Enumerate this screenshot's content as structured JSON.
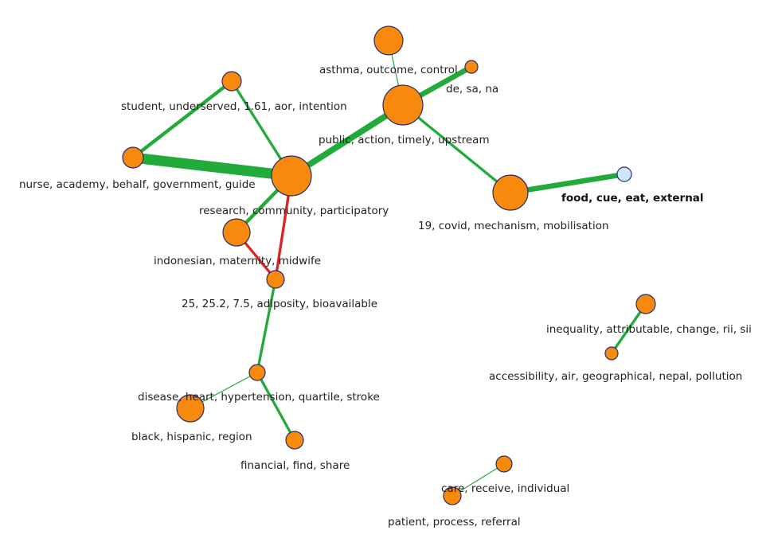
{
  "colors": {
    "positive_edge": "#22aa3a",
    "negative_edge": "#dd2222",
    "node_fill": "#f7890c",
    "selected_node_fill": "#cce6fb",
    "selected_node_stroke": "#4a8fd6"
  },
  "nodes": [
    {
      "id": "n1",
      "label": "nurse, academy, behalf, government, guide",
      "weight": 3
    },
    {
      "id": "n2",
      "label": "student, underserved, 1.61, aor, intention",
      "weight": 3
    },
    {
      "id": "n3",
      "label": "research, community, participatory",
      "weight": 8
    },
    {
      "id": "n4",
      "label": "indonesian, maternity, midwife",
      "weight": 4
    },
    {
      "id": "n5",
      "label": "25, 25.2, 7.5, adiposity, bioavailable",
      "weight": 2
    },
    {
      "id": "n6",
      "label": "asthma, outcome, control",
      "weight": 4
    },
    {
      "id": "n7",
      "label": "de, sa, na",
      "weight": 1
    },
    {
      "id": "n8",
      "label": "public, action, timely, upstream",
      "weight": 8
    },
    {
      "id": "n9",
      "label": "19, covid, mechanism, mobilisation",
      "weight": 7
    },
    {
      "id": "n10",
      "label": "food, cue, eat, external",
      "weight": 1,
      "selected": true
    },
    {
      "id": "n11",
      "label": "disease, heart, hypertension, quartile, stroke",
      "weight": 2
    },
    {
      "id": "n12",
      "label": "black, hispanic, region",
      "weight": 4
    },
    {
      "id": "n13",
      "label": "financial, find, share",
      "weight": 2
    },
    {
      "id": "n14",
      "label": "inequality, attributable, change, rii, sii",
      "weight": 2
    },
    {
      "id": "n15",
      "label": "accessibility, air, geographical, nepal, pollution",
      "weight": 1
    },
    {
      "id": "n16",
      "label": "care, receive, individual",
      "weight": 2
    },
    {
      "id": "n17",
      "label": "patient, process, referral",
      "weight": 2
    }
  ],
  "edges": [
    {
      "source": "n1",
      "target": "n3",
      "weight": 12,
      "sign": "positive"
    },
    {
      "source": "n1",
      "target": "n2",
      "weight": 4,
      "sign": "positive"
    },
    {
      "source": "n2",
      "target": "n3",
      "weight": 3,
      "sign": "positive"
    },
    {
      "source": "n3",
      "target": "n8",
      "weight": 7,
      "sign": "positive"
    },
    {
      "source": "n3",
      "target": "n4",
      "weight": 4,
      "sign": "positive"
    },
    {
      "source": "n3",
      "target": "n5",
      "weight": 3,
      "sign": "negative"
    },
    {
      "source": "n4",
      "target": "n5",
      "weight": 3,
      "sign": "negative"
    },
    {
      "source": "n8",
      "target": "n6",
      "weight": 1,
      "sign": "positive"
    },
    {
      "source": "n8",
      "target": "n7",
      "weight": 6,
      "sign": "positive"
    },
    {
      "source": "n8",
      "target": "n9",
      "weight": 3,
      "sign": "positive"
    },
    {
      "source": "n9",
      "target": "n10",
      "weight": 6,
      "sign": "positive"
    },
    {
      "source": "n5",
      "target": "n11",
      "weight": 3,
      "sign": "positive"
    },
    {
      "source": "n11",
      "target": "n12",
      "weight": 1,
      "sign": "positive"
    },
    {
      "source": "n11",
      "target": "n13",
      "weight": 3,
      "sign": "positive"
    },
    {
      "source": "n14",
      "target": "n15",
      "weight": 3,
      "sign": "positive"
    },
    {
      "source": "n16",
      "target": "n17",
      "weight": 1,
      "sign": "positive"
    }
  ]
}
